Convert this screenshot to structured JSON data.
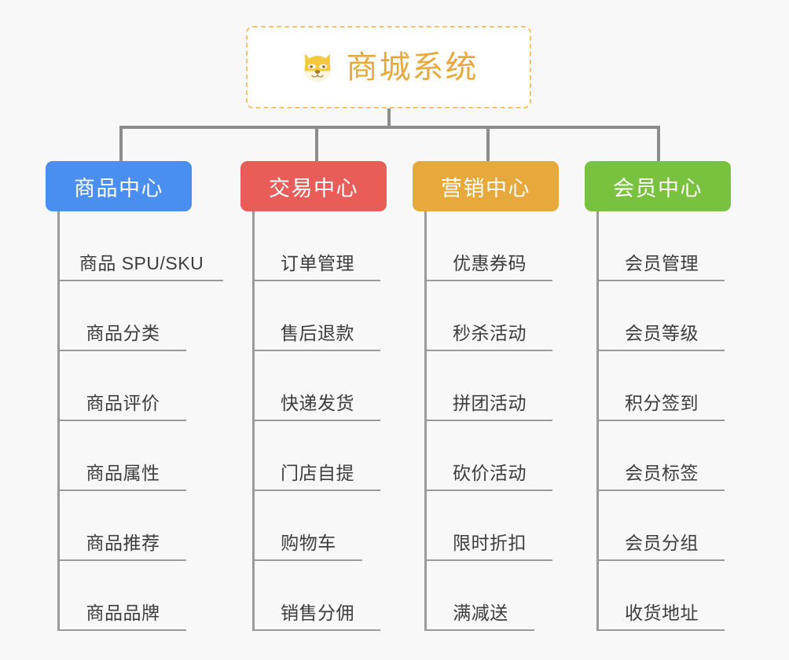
{
  "page": {
    "background_color": "#f8f8f8",
    "type": "org-chart-mindmap"
  },
  "root": {
    "title": "商城系统",
    "icon": "dog-face-emoji",
    "text_color": "#e8a93c",
    "border_color": "#f3c46a",
    "background_color": "#ffffff"
  },
  "connector_color": "#8c8c8c",
  "columns": [
    {
      "id": "product-center",
      "label": "商品中心",
      "color": "#4a8ef0",
      "items": [
        "商品 SPU/SKU",
        "商品分类",
        "商品评价",
        "商品属性",
        "商品推荐",
        "商品品牌"
      ]
    },
    {
      "id": "trade-center",
      "label": "交易中心",
      "color": "#e85d58",
      "items": [
        "订单管理",
        "售后退款",
        "快递发货",
        "门店自提",
        "购物车",
        "销售分佣"
      ]
    },
    {
      "id": "marketing-center",
      "label": "营销中心",
      "color": "#e8a93c",
      "items": [
        "优惠券码",
        "秒杀活动",
        "拼团活动",
        "砍价活动",
        "限时折扣",
        "满减送"
      ]
    },
    {
      "id": "member-center",
      "label": "会员中心",
      "color": "#79c23f",
      "items": [
        "会员管理",
        "会员等级",
        "积分签到",
        "会员标签",
        "会员分组",
        "收货地址"
      ]
    }
  ]
}
